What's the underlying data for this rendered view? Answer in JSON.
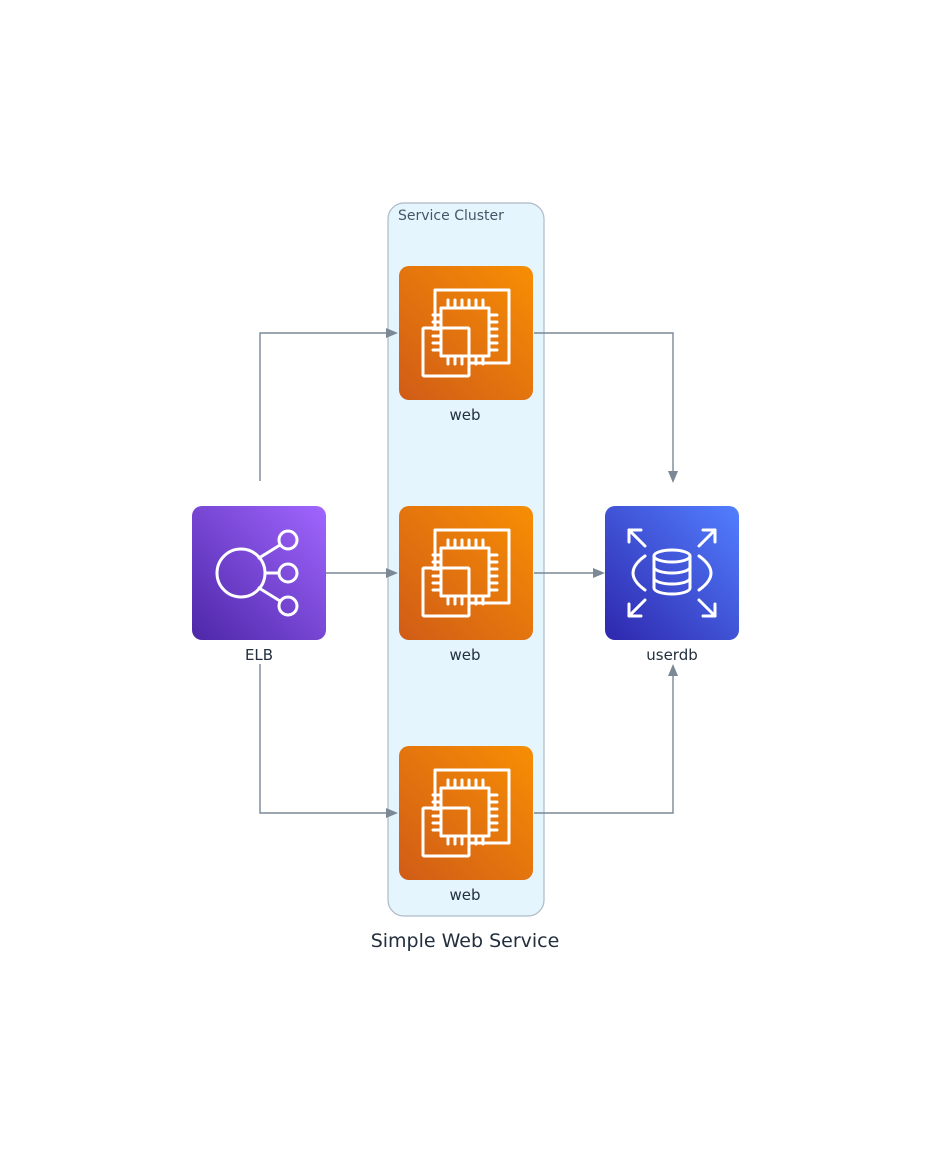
{
  "diagram": {
    "title": "Simple Web Service",
    "cluster": {
      "label": "Service Cluster"
    },
    "nodes": {
      "elb": {
        "label": "ELB",
        "icon": "elb-icon"
      },
      "web1": {
        "label": "web",
        "icon": "ec2-icon"
      },
      "web2": {
        "label": "web",
        "icon": "ec2-icon"
      },
      "web3": {
        "label": "web",
        "icon": "ec2-icon"
      },
      "userdb": {
        "label": "userdb",
        "icon": "rds-icon"
      }
    },
    "edges": [
      {
        "from": "ELB",
        "to": "web"
      },
      {
        "from": "ELB",
        "to": "web"
      },
      {
        "from": "ELB",
        "to": "web"
      },
      {
        "from": "web",
        "to": "userdb"
      },
      {
        "from": "web",
        "to": "userdb"
      },
      {
        "from": "web",
        "to": "userdb"
      }
    ],
    "colors": {
      "ec2_gradient_start": "#d05c17",
      "ec2_gradient_end": "#f78e04",
      "elb_gradient_start": "#4d27a8",
      "elb_gradient_end": "#a166ff",
      "rds_gradient_start": "#2e27ad",
      "rds_gradient_end": "#527fff",
      "cluster_fill": "#e5f5fd",
      "cluster_border": "#aebac6",
      "edge": "#7b8896"
    }
  }
}
